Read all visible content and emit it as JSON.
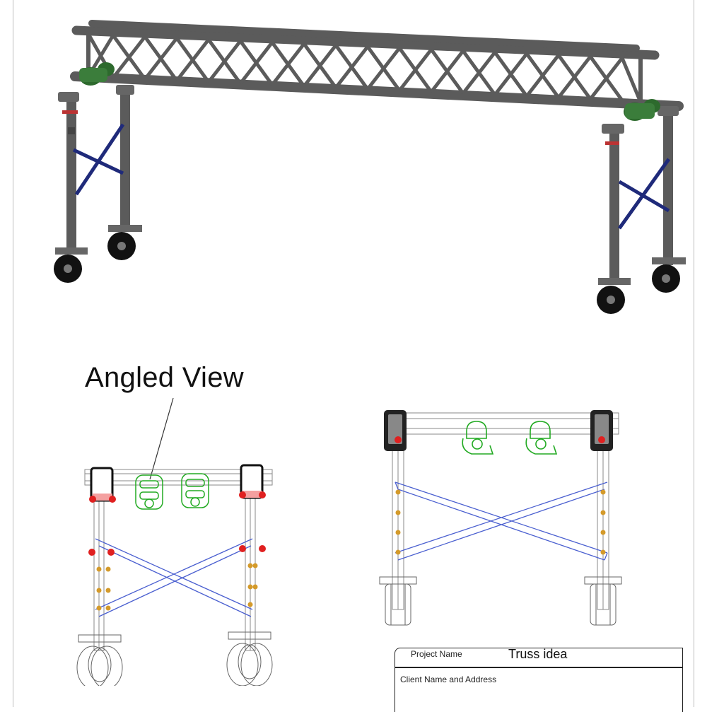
{
  "drawing": {
    "view_label": "Angled View"
  },
  "title_block": {
    "project_name_label": "Project Name",
    "project_name_value": "Truss idea",
    "client_label": "Client Name and Address"
  },
  "colors": {
    "truss": "#5b5b5b",
    "bracing": "#1f2a7a",
    "clamp": "#2d6a2d",
    "wire_bracing": "#4a5fd0",
    "wire_clamp": "#22aa22",
    "pin": "#e02020",
    "hole": "#d49a2a"
  }
}
